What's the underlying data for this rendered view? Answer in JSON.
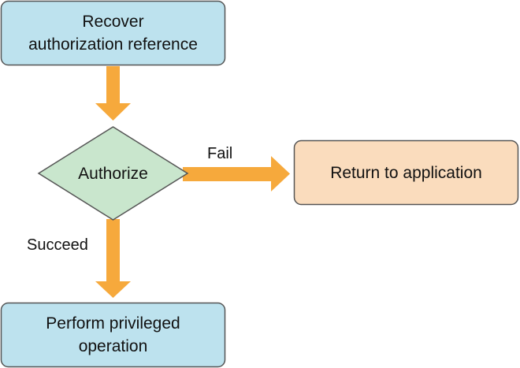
{
  "nodes": {
    "recover": {
      "text": "Recover\nauthorization reference",
      "fill": "#bde2ee"
    },
    "authorize": {
      "text": "Authorize",
      "fill": "#c9e6cd"
    },
    "return": {
      "text": "Return to application",
      "fill": "#fadcbd"
    },
    "perform": {
      "text": "Perform privileged\noperation",
      "fill": "#bde2ee"
    }
  },
  "edges": {
    "fail_label": "Fail",
    "succeed_label": "Succeed"
  },
  "colors": {
    "arrow": "#f6a93c",
    "stroke": "#555555"
  }
}
